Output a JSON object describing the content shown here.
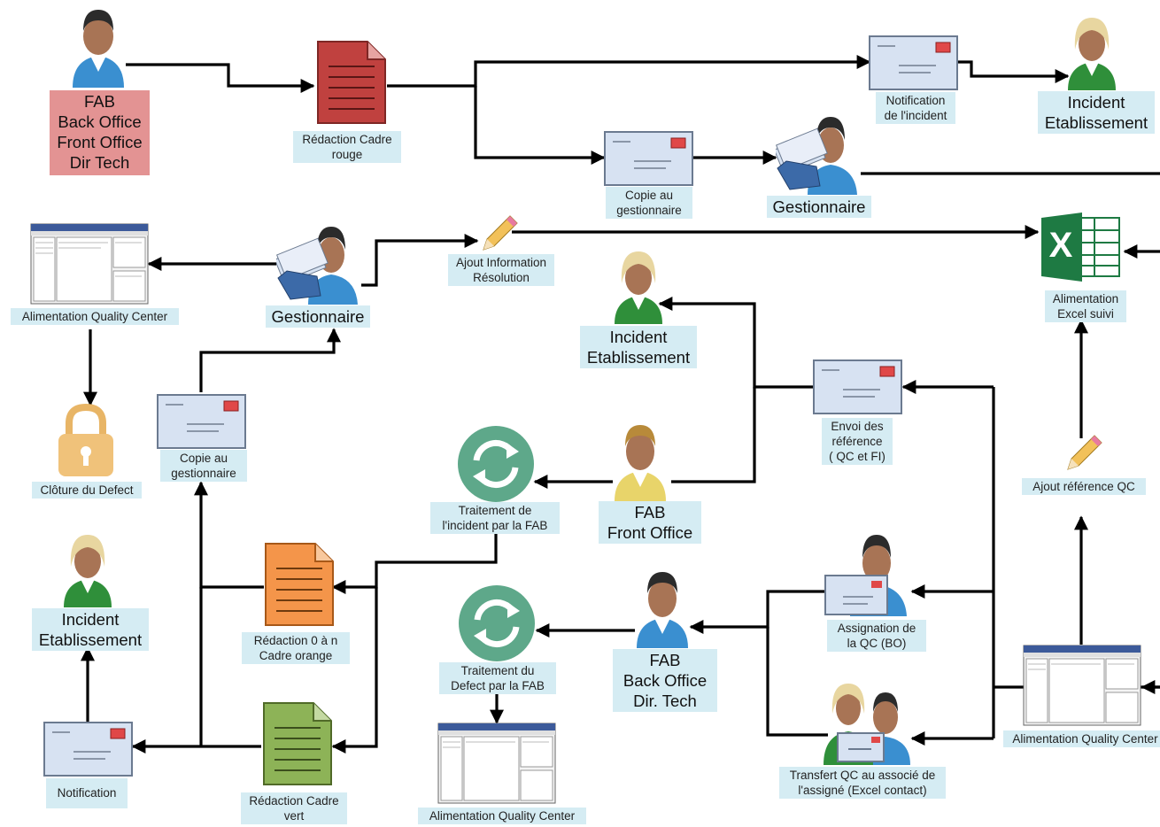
{
  "colors": {
    "edge": "#000000",
    "label_bg": "#d5ecf3",
    "label_red_bg": "#e39393",
    "doc_red": "#c0413f",
    "doc_orange": "#f4954a",
    "doc_green": "#8db357",
    "cycle": "#5ea88a",
    "excel": "#1e7a43",
    "lock": "#f0c27a",
    "envelope": "#d7e2f2"
  },
  "nodes": {
    "fab_all": "FAB\nBack Office\nFront Office\nDir Tech",
    "redaction_rouge": "Rédaction Cadre\nrouge",
    "notif_incident": "Notification\nde l'incident",
    "incident_etab_top": "Incident\nEtablissement",
    "copie_gest_top": "Copie au\ngestionnaire",
    "gestionnaire_top": "Gestionnaire",
    "alim_qc_left": "Alimentation Quality Center",
    "gestionnaire_mid": "Gestionnaire",
    "ajout_info": "Ajout Information\nRésolution",
    "excel_suivi": "Alimentation\nExcel suivi",
    "incident_etab_mid": "Incident\nEtablissement",
    "cloture": "Clôture du Defect",
    "copie_gest_mid": "Copie au\ngestionnaire",
    "envoi_ref": "Envoi des\nréférence\n( QC et FI)",
    "traitement_incident": "Traitement de\nl'incident par la FAB",
    "fab_front": "FAB\nFront Office",
    "ajout_ref_qc": "Ajout référence QC",
    "incident_etab_bot": "Incident\nEtablissement",
    "redaction_orange": "Rédaction 0 à n\nCadre orange",
    "traitement_defect": "Traitement du\nDefect par la FAB",
    "fab_back": "FAB\nBack Office\nDir. Tech",
    "assignation_qc": "Assignation de\nla QC (BO)",
    "alim_qc_right": "Alimentation Quality Center",
    "notification_bot": "Notification",
    "redaction_vert": "Rédaction Cadre\nvert",
    "alim_qc_bottom": "Alimentation Quality Center",
    "transfert_qc": "Transfert QC au associé de\nl'assigné (Excel contact)"
  },
  "icons": {
    "excel_letter": "X"
  }
}
